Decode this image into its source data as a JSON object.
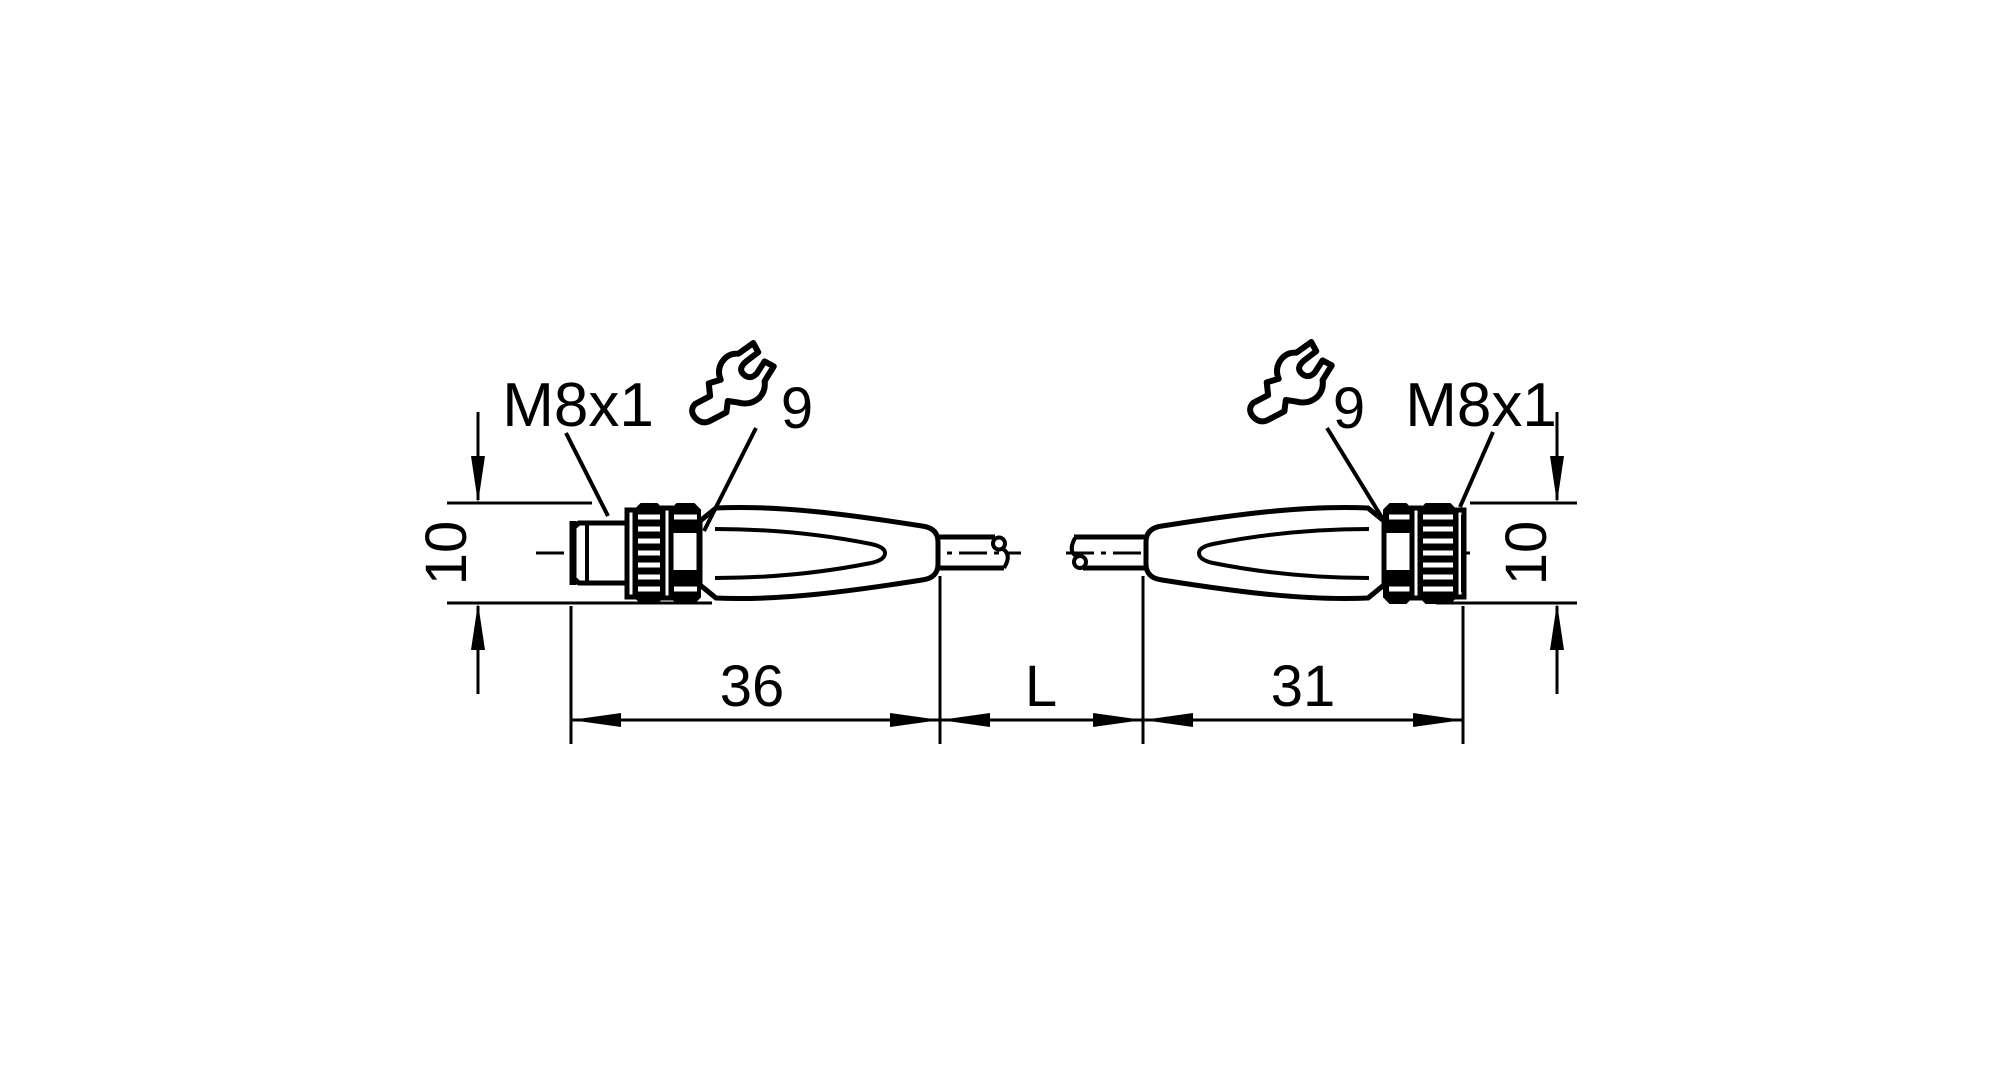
{
  "drawing": {
    "type": "technical-dimension-drawing",
    "subject": "cable with two M8 connectors",
    "colors": {
      "line": "#000000",
      "background": "#ffffff"
    },
    "left_connector": {
      "thread_label": "M8x1",
      "wrench_size": "9",
      "length_dim": "36",
      "diameter_dim": "10"
    },
    "right_connector": {
      "thread_label": "M8x1",
      "wrench_size": "9",
      "length_dim": "31",
      "diameter_dim": "10"
    },
    "cable": {
      "length_dim": "L"
    }
  }
}
